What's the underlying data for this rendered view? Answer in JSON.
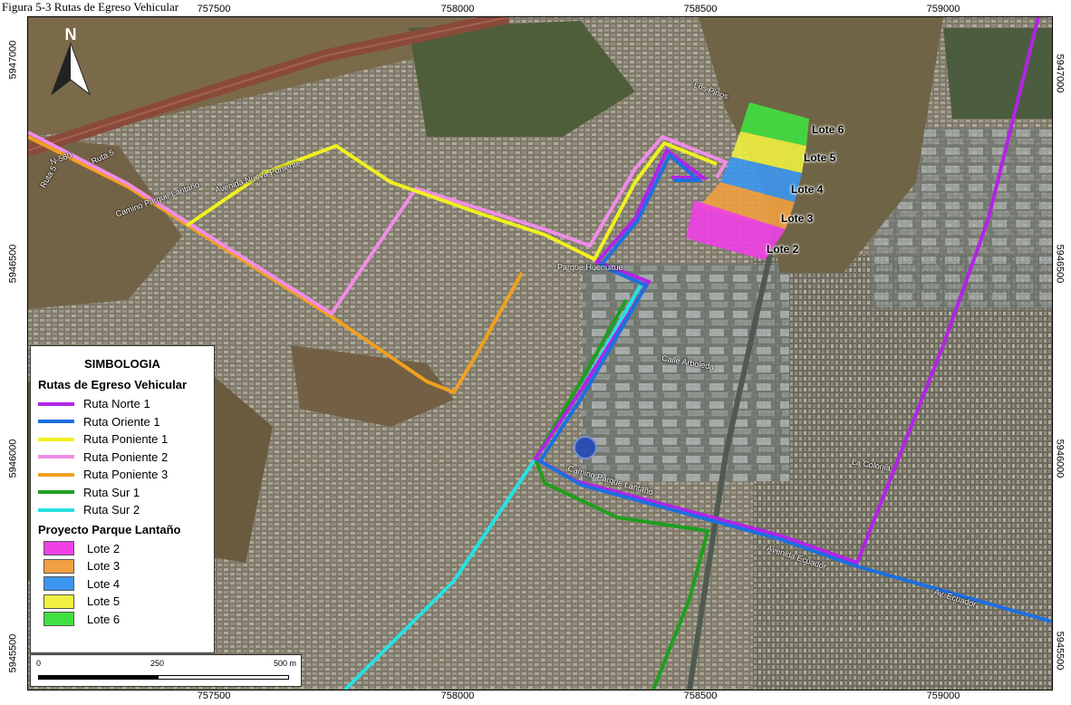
{
  "caption": "Figura 5-3 Rutas de Egreso Vehicular",
  "coords": {
    "x": [
      "757500",
      "758000",
      "758500",
      "759000"
    ],
    "y": [
      "5947000",
      "5946500",
      "5946000",
      "5945500"
    ]
  },
  "north_label": "N",
  "legend": {
    "title": "SIMBOLOGIA",
    "routes_heading": "Rutas de Egreso Vehicular",
    "routes": [
      {
        "label": "Ruta Norte 1",
        "color": "#b224e6"
      },
      {
        "label": "Ruta Oriente 1",
        "color": "#1e6fe0"
      },
      {
        "label": "Ruta Poniente 1",
        "color": "#f0f020"
      },
      {
        "label": "Ruta Poniente 2",
        "color": "#f08ce6"
      },
      {
        "label": "Ruta Poniente 3",
        "color": "#f0a020"
      },
      {
        "label": "Ruta Sur 1",
        "color": "#1f9e1f"
      },
      {
        "label": "Ruta Sur 2",
        "color": "#28e0e0"
      }
    ],
    "project_heading": "Proyecto Parque Lantaño",
    "lots": [
      {
        "label": "Lote 2",
        "color": "#f040e6"
      },
      {
        "label": "Lote 3",
        "color": "#f0a040"
      },
      {
        "label": "Lote 4",
        "color": "#3c96f0"
      },
      {
        "label": "Lote 5",
        "color": "#f0f040"
      },
      {
        "label": "Lote 6",
        "color": "#40e040"
      }
    ]
  },
  "scale": {
    "labels": [
      "0",
      "250",
      "500 m"
    ]
  },
  "map_lots": [
    {
      "label": "Lote 6"
    },
    {
      "label": "Lote 5"
    },
    {
      "label": "Lote 4"
    },
    {
      "label": "Lote 3"
    },
    {
      "label": "Lote 2"
    }
  ],
  "places": [
    "Ruta 5",
    "N-560",
    "Ruta 5",
    "Camino Parque Lantaño",
    "Avenida Ecuador",
    "Av. Ecuador",
    "Los Pinos",
    "Parque Huenuitue",
    "Camino Parque Lantaño",
    "Calle Arboleda",
    "La Colonia",
    "Avenida Nueva Poniente"
  ]
}
